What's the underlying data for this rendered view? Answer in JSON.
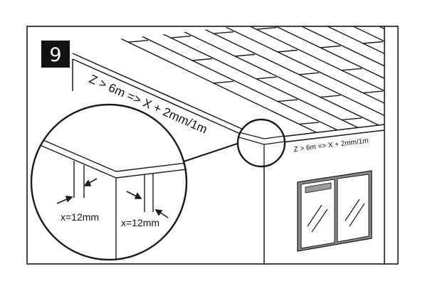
{
  "step": {
    "number": "9"
  },
  "labels": {
    "rule_left": "Z > 6m => X + 2mm/1m",
    "rule_right": "Z > 6m => X + 2mm/1m",
    "gap_left": "x=12mm",
    "gap_right": "x=12mm"
  },
  "colors": {
    "line": "#1a1a1a",
    "badge_bg": "#111111",
    "badge_text": "#ffffff",
    "window_frame": "#888888"
  }
}
